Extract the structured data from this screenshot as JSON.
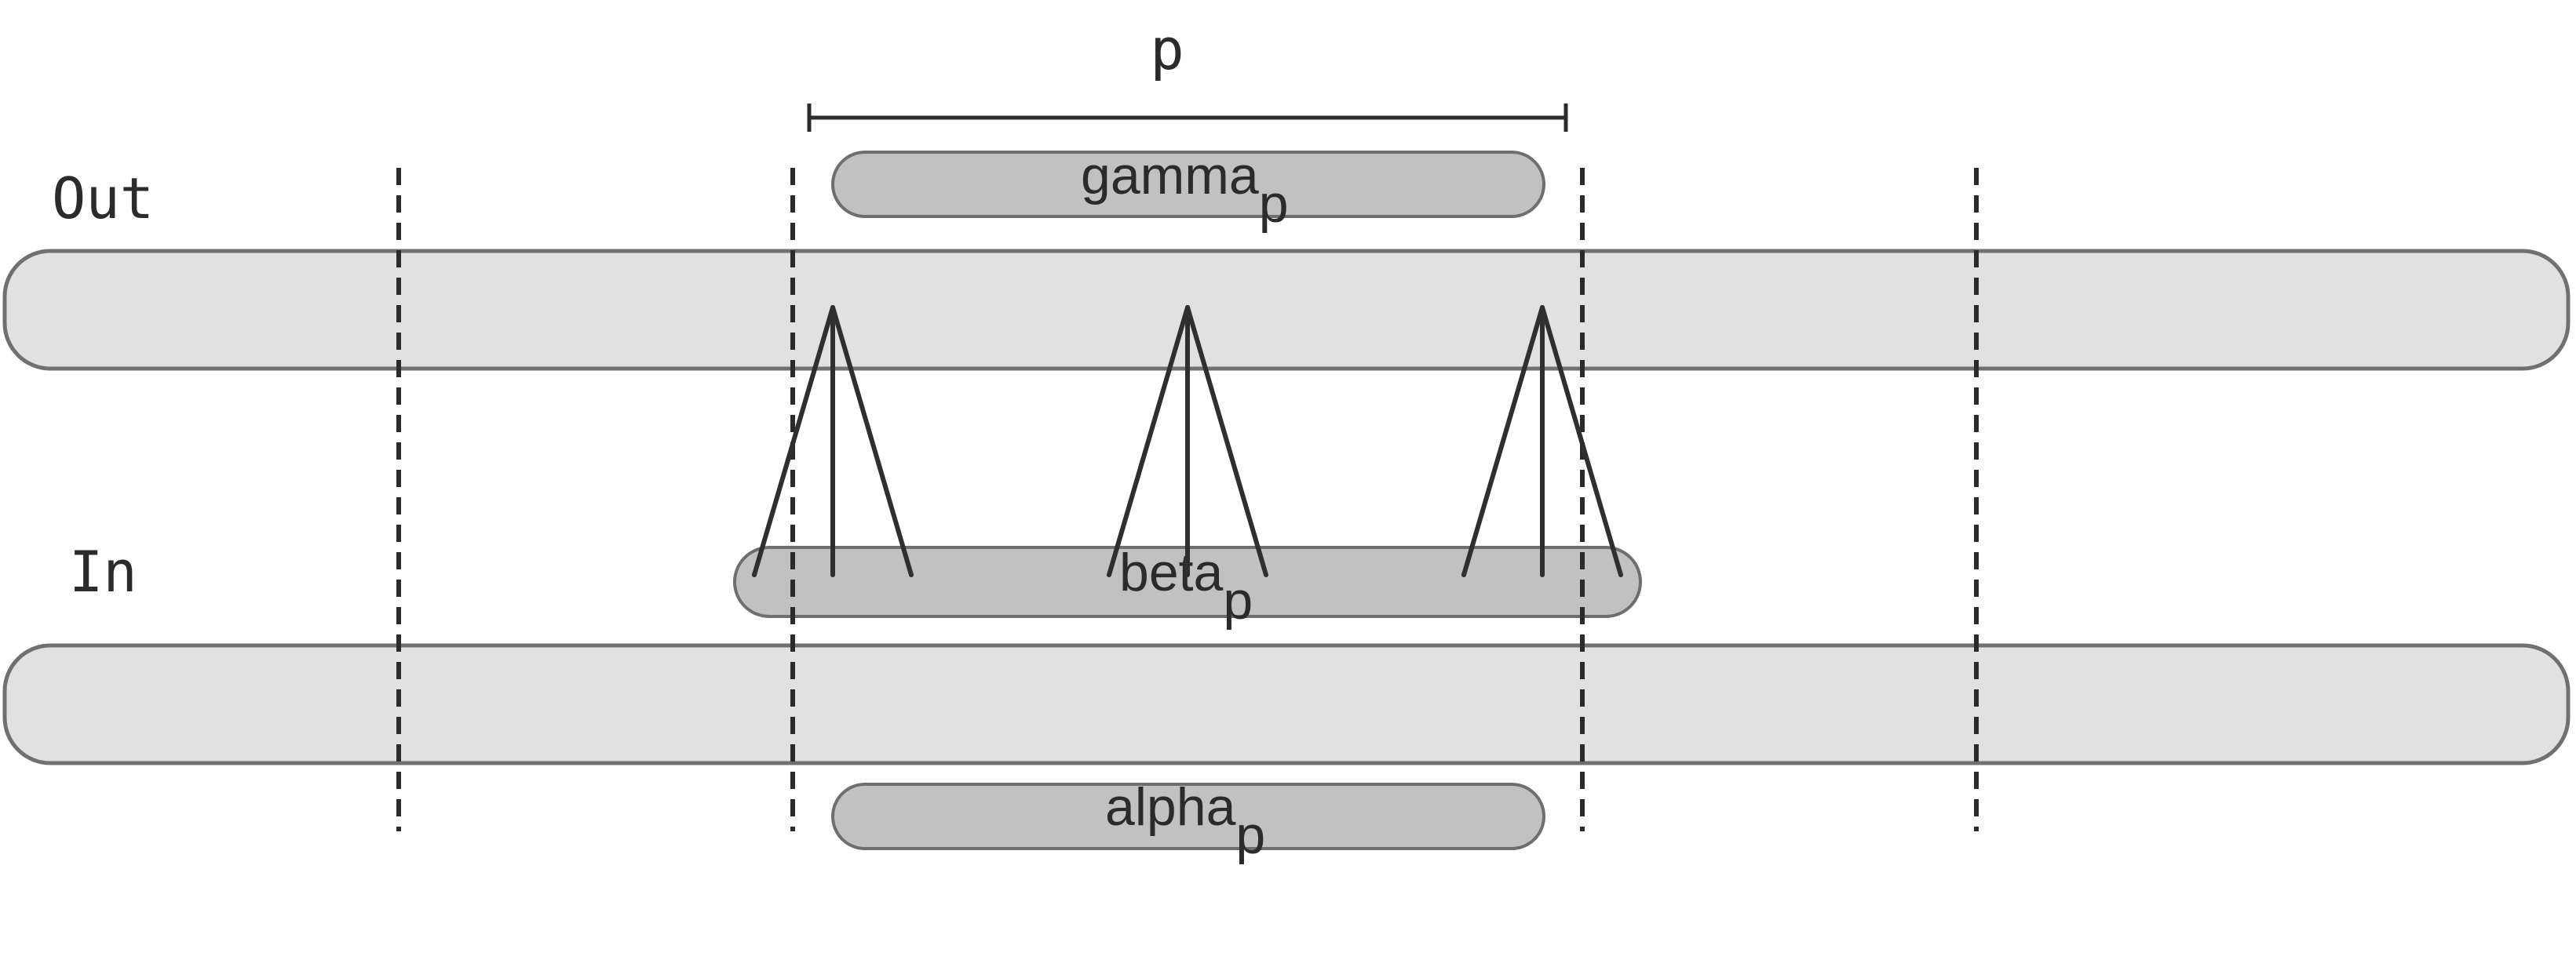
{
  "labels": {
    "out": "Out",
    "in": "In",
    "period": "p"
  },
  "subarrays": {
    "gamma": {
      "name": "gamma",
      "sub": "p"
    },
    "beta": {
      "name": "beta",
      "sub": "p"
    },
    "alpha": {
      "name": "alpha",
      "sub": "p"
    }
  },
  "colors": {
    "band_fill": "#e1e1e1",
    "pill_fill": "#c1c1c1",
    "stroke": "#2b2b2b",
    "outline": "#707070"
  }
}
